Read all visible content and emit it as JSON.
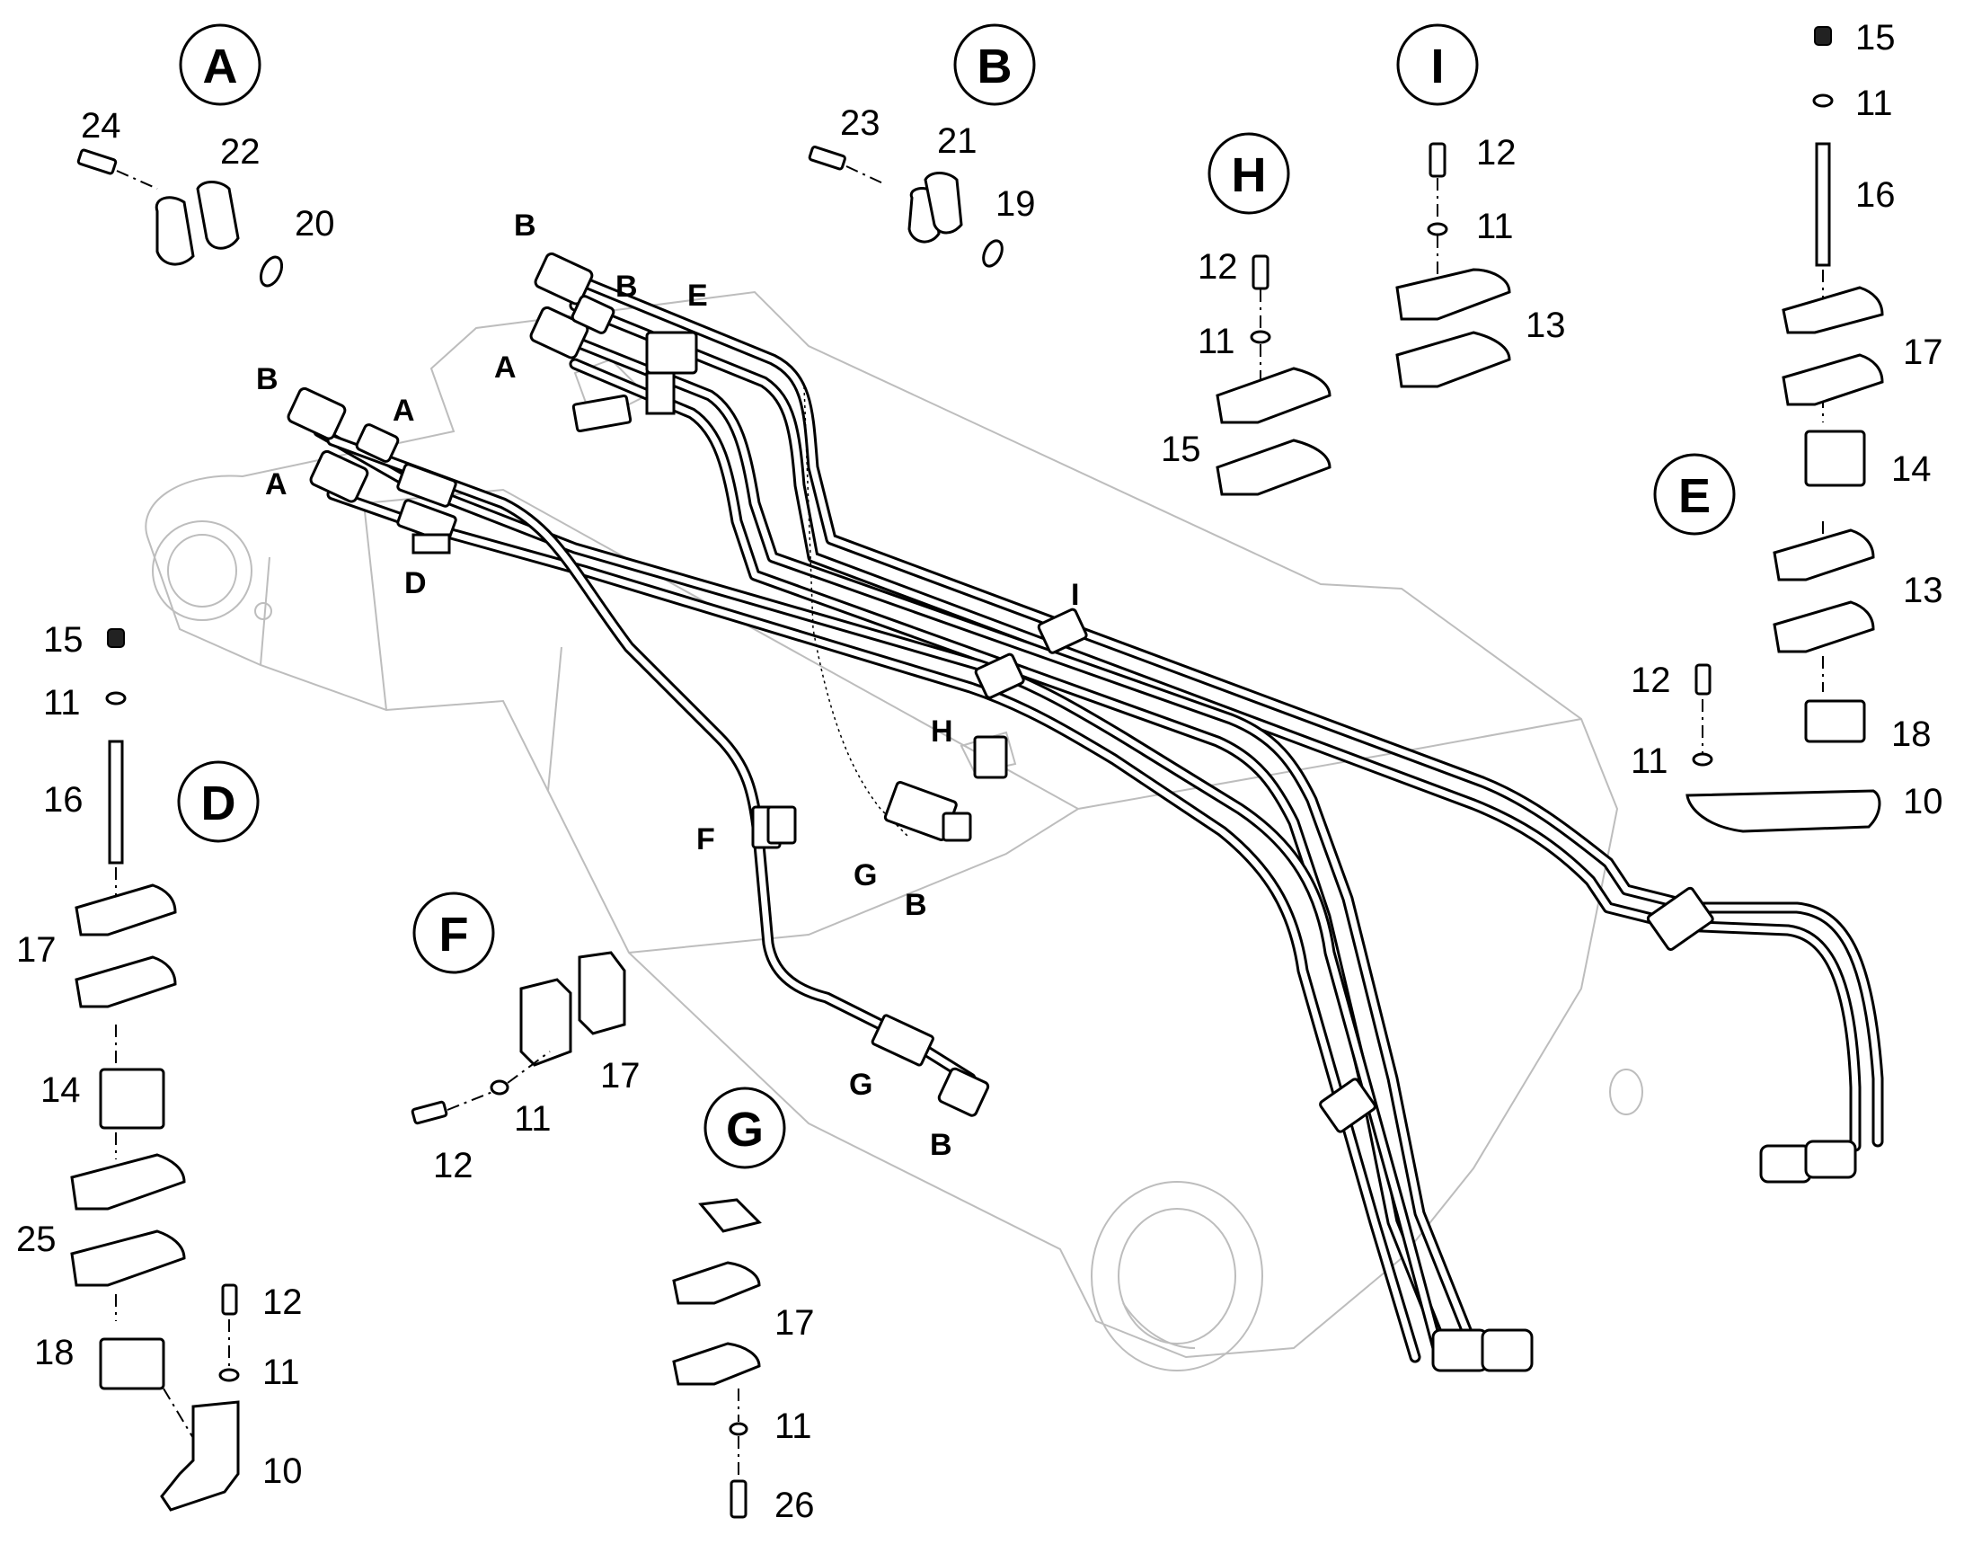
{
  "details": {
    "A": {
      "letter": "A",
      "parts": [
        "24",
        "22",
        "20"
      ]
    },
    "B": {
      "letter": "B",
      "parts": [
        "23",
        "21",
        "19"
      ]
    },
    "H": {
      "letter": "H",
      "parts": [
        "12",
        "11",
        "15"
      ]
    },
    "I": {
      "letter": "I",
      "parts": [
        "12",
        "11",
        "13"
      ]
    },
    "E": {
      "letter": "E",
      "parts": [
        "15",
        "11",
        "16",
        "17",
        "14",
        "13",
        "12",
        "11",
        "18",
        "10"
      ]
    },
    "D": {
      "letter": "D",
      "parts": [
        "15",
        "11",
        "16",
        "17",
        "14",
        "25",
        "18",
        "12",
        "11",
        "10"
      ]
    },
    "F": {
      "letter": "F",
      "parts": [
        "17",
        "11",
        "12"
      ]
    },
    "G": {
      "letter": "G",
      "parts": [
        "17",
        "11",
        "26"
      ]
    }
  },
  "callouts": {
    "b1": "B",
    "b2": "B",
    "e1": "E",
    "a1": "A",
    "b3": "B",
    "a2": "A",
    "a3": "A",
    "d1": "D",
    "i1": "I",
    "h1": "H",
    "f1": "F",
    "g1": "G",
    "b4": "B",
    "g2": "G",
    "b5": "B"
  }
}
